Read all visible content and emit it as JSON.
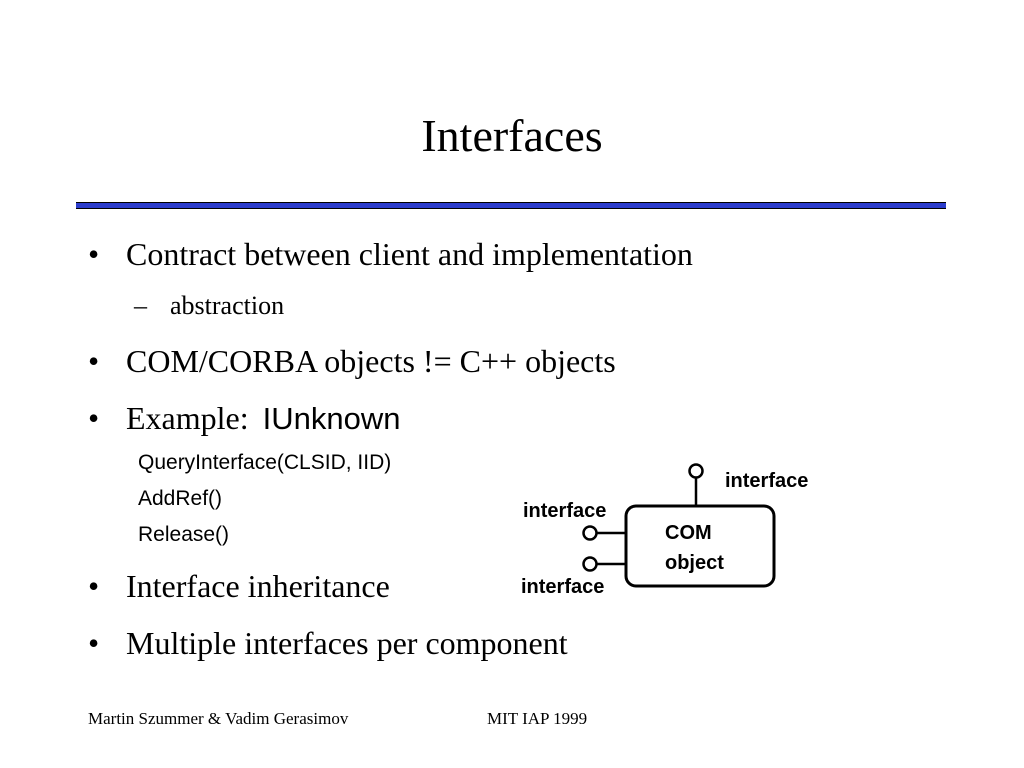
{
  "slide": {
    "title": "Interfaces",
    "bullets": [
      "Contract between client and implementation",
      "COM/CORBA objects != C++ objects",
      "Example:",
      "Interface inheritance",
      "Multiple interfaces per component"
    ],
    "sub_bullet": "abstraction",
    "example_term": "IUnknown",
    "methods": [
      "QueryInterface(CLSID, IID)",
      "AddRef()",
      "Release()"
    ],
    "bullet_glyph": "•",
    "dash_glyph": "–"
  },
  "diagram": {
    "object_label_line1": "COM",
    "object_label_line2": "object",
    "interface_top": "interface",
    "interface_left_top": "interface",
    "interface_left_bottom": "interface"
  },
  "footer": {
    "authors": "Martin Szummer & Vadim Gerasimov",
    "event": "MIT IAP 1999"
  }
}
